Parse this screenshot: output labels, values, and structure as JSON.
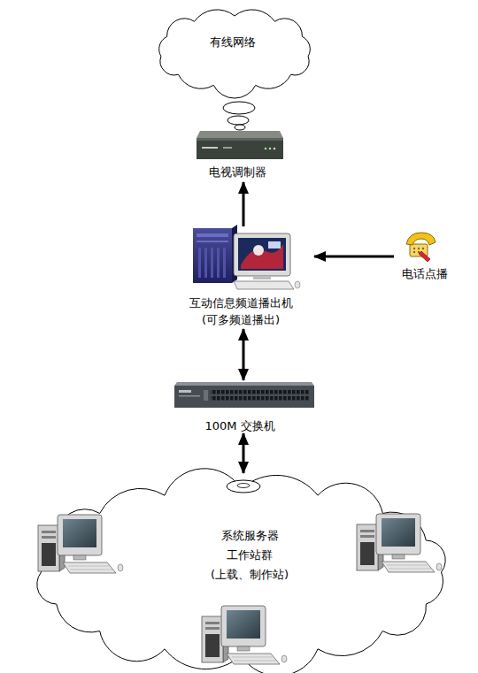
{
  "diagram": {
    "nodes": [
      {
        "text": [
          "有线网络"
        ]
      },
      {
        "text": [
          "电视调制器"
        ]
      },
      {
        "text": [
          "互动信息频道播出机 (可多频道播出)"
        ]
      },
      {
        "text": [
          "电话点播"
        ]
      },
      {
        "text": [
          "100M 交换机"
        ]
      },
      {
        "text": [
          "系统服务器 工作站群 (上载、制作站)"
        ]
      }
    ],
    "edges": [
      {
        "from": 2,
        "to": 1,
        "arrow": "to"
      },
      {
        "from": 3,
        "to": 2,
        "arrow": "to"
      },
      {
        "from": 2,
        "to": 4,
        "arrow": "both"
      },
      {
        "from": 4,
        "to": 5,
        "arrow": "both"
      }
    ]
  }
}
